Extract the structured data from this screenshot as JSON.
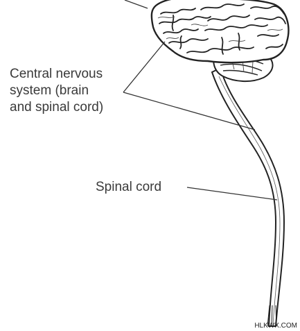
{
  "labels": {
    "cns_line1": "Central nervous",
    "cns_line2": "system (brain",
    "cns_line3": "and spinal cord)",
    "spinal_cord": "Spinal cord"
  },
  "watermark": "HLKWX.COM",
  "colors": {
    "ink": "#222222",
    "text": "#3a3a3a",
    "fill": "#ffffff"
  }
}
